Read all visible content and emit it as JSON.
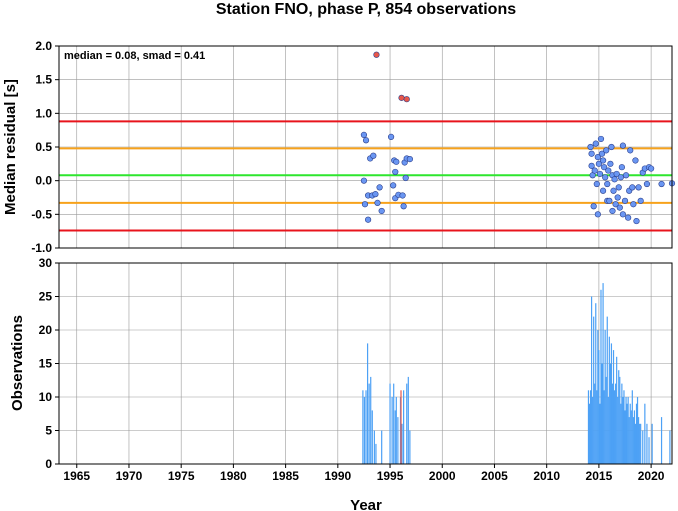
{
  "chart_data": [
    {
      "type": "scatter",
      "title": "Station FNO, phase P, 854 observations",
      "ylabel": "Median residual [s]",
      "annotation": "median = 0.08, smad = 0.41",
      "xlim": [
        1963.3,
        2022
      ],
      "ylim": [
        -1.0,
        2.0
      ],
      "yticks": [
        "2.0",
        "1.5",
        "1.0",
        "0.5",
        "0.0",
        "-0.5",
        "-1.0"
      ],
      "grid": true,
      "reference_lines": [
        {
          "y": 0.88,
          "color": "#e8141c"
        },
        {
          "y": 0.48,
          "color": "#f7a21b"
        },
        {
          "y": 0.08,
          "color": "#2ee62e"
        },
        {
          "y": -0.33,
          "color": "#f7a21b"
        },
        {
          "y": -0.74,
          "color": "#e8141c"
        }
      ],
      "series": [
        {
          "color": "#e8574a",
          "points": [
            [
              1993.7,
              1.87
            ],
            [
              1996.1,
              1.23
            ],
            [
              1996.6,
              1.21
            ]
          ]
        },
        {
          "color": "#6a96f2",
          "points": [
            [
              1992.5,
              0.68
            ],
            [
              1992.7,
              0.6
            ],
            [
              1992.5,
              0.0
            ],
            [
              1992.6,
              -0.35
            ],
            [
              1992.9,
              -0.58
            ],
            [
              1993.1,
              0.33
            ],
            [
              1993.4,
              0.37
            ],
            [
              1992.9,
              -0.22
            ],
            [
              1993.3,
              -0.22
            ],
            [
              1993.6,
              -0.2
            ],
            [
              1994.0,
              -0.1
            ],
            [
              1993.8,
              -0.33
            ],
            [
              1994.2,
              -0.45
            ],
            [
              1995.1,
              0.65
            ],
            [
              1995.4,
              0.3
            ],
            [
              1995.6,
              0.28
            ],
            [
              1995.5,
              0.13
            ],
            [
              1995.3,
              -0.07
            ],
            [
              1995.5,
              -0.26
            ],
            [
              1995.8,
              -0.21
            ],
            [
              1996.2,
              -0.22
            ],
            [
              1996.3,
              -0.38
            ],
            [
              1996.4,
              0.27
            ],
            [
              1996.6,
              0.33
            ],
            [
              1996.9,
              0.32
            ],
            [
              1996.5,
              0.04
            ],
            [
              2014.2,
              0.5
            ],
            [
              2014.3,
              0.4
            ],
            [
              2014.3,
              0.22
            ],
            [
              2014.4,
              0.08
            ],
            [
              2014.5,
              -0.38
            ],
            [
              2014.6,
              0.15
            ],
            [
              2014.7,
              0.55
            ],
            [
              2014.8,
              -0.05
            ],
            [
              2014.9,
              -0.5
            ],
            [
              2014.9,
              0.35
            ],
            [
              2015.0,
              0.25
            ],
            [
              2015.1,
              0.1
            ],
            [
              2015.2,
              0.62
            ],
            [
              2015.3,
              0.4
            ],
            [
              2015.4,
              0.3
            ],
            [
              2015.4,
              -0.15
            ],
            [
              2015.5,
              0.2
            ],
            [
              2015.6,
              0.05
            ],
            [
              2015.7,
              0.45
            ],
            [
              2015.8,
              -0.3
            ],
            [
              2015.8,
              -0.05
            ],
            [
              2015.9,
              0.15
            ],
            [
              2016.0,
              -0.3
            ],
            [
              2016.1,
              0.25
            ],
            [
              2016.2,
              0.5
            ],
            [
              2016.3,
              -0.45
            ],
            [
              2016.3,
              0.08
            ],
            [
              2016.4,
              -0.15
            ],
            [
              2016.5,
              0.02
            ],
            [
              2016.6,
              -0.35
            ],
            [
              2016.7,
              0.1
            ],
            [
              2016.8,
              -0.25
            ],
            [
              2016.9,
              -0.1
            ],
            [
              2017.0,
              -0.4
            ],
            [
              2017.1,
              0.05
            ],
            [
              2017.2,
              0.2
            ],
            [
              2017.3,
              -0.5
            ],
            [
              2017.3,
              0.52
            ],
            [
              2017.5,
              -0.3
            ],
            [
              2017.6,
              0.08
            ],
            [
              2017.8,
              -0.55
            ],
            [
              2017.9,
              -0.15
            ],
            [
              2018.0,
              0.45
            ],
            [
              2018.2,
              -0.1
            ],
            [
              2018.3,
              -0.35
            ],
            [
              2018.5,
              0.3
            ],
            [
              2018.6,
              -0.6
            ],
            [
              2018.8,
              -0.1
            ],
            [
              2019.0,
              -0.3
            ],
            [
              2019.2,
              0.12
            ],
            [
              2019.4,
              0.18
            ],
            [
              2019.6,
              -0.05
            ],
            [
              2019.8,
              0.2
            ],
            [
              2020.0,
              0.18
            ],
            [
              2021.0,
              -0.05
            ],
            [
              2022.0,
              -0.04
            ]
          ]
        }
      ]
    },
    {
      "type": "bar",
      "ylabel": "Observations",
      "xlabel": "Year",
      "xlim": [
        1963.3,
        2022
      ],
      "ylim": [
        0,
        30
      ],
      "xticks": [
        "1965",
        "1970",
        "1975",
        "1980",
        "1985",
        "1990",
        "1995",
        "2000",
        "2005",
        "2010",
        "2015",
        "2020"
      ],
      "yticks": [
        "30",
        "25",
        "20",
        "15",
        "10",
        "5",
        "0"
      ],
      "grid": true,
      "series": [
        {
          "color": "#4da1f5",
          "x": [
            1992.4,
            1992.55,
            1992.7,
            1992.85,
            1993.0,
            1993.15,
            1993.3,
            1993.5,
            1993.65,
            1994.2,
            1995.0,
            1995.2,
            1995.35,
            1995.5,
            1995.6,
            1995.75,
            1996.0,
            1996.15,
            1996.3,
            1996.6,
            1996.75,
            1996.9,
            2014.0,
            2014.1,
            2014.2,
            2014.3,
            2014.4,
            2014.5,
            2014.6,
            2014.7,
            2014.8,
            2014.9,
            2015.0,
            2015.1,
            2015.2,
            2015.3,
            2015.4,
            2015.5,
            2015.6,
            2015.7,
            2015.8,
            2015.9,
            2016.0,
            2016.1,
            2016.2,
            2016.3,
            2016.4,
            2016.5,
            2016.6,
            2016.7,
            2016.8,
            2016.9,
            2017.0,
            2017.1,
            2017.2,
            2017.3,
            2017.4,
            2017.5,
            2017.6,
            2017.7,
            2017.8,
            2017.9,
            2018.0,
            2018.1,
            2018.2,
            2018.3,
            2018.4,
            2018.5,
            2018.6,
            2018.7,
            2018.8,
            2018.9,
            2019.0,
            2019.2,
            2019.4,
            2019.6,
            2019.8,
            2020.1,
            2021.0,
            2021.8
          ],
          "values": [
            11,
            10,
            11,
            18,
            12,
            13,
            8,
            5,
            3,
            5,
            12,
            10,
            12,
            8,
            10,
            7,
            10,
            6,
            11,
            12,
            13,
            5,
            11,
            9,
            11,
            25,
            10,
            22,
            12,
            24,
            11,
            20,
            17,
            9,
            26,
            15,
            27,
            11,
            20,
            13,
            22,
            10,
            19,
            15,
            18,
            12,
            17,
            11,
            12,
            16,
            10,
            14,
            13,
            9,
            12,
            10,
            11,
            8,
            10,
            9,
            10,
            7,
            9,
            8,
            11,
            7,
            8,
            6,
            9,
            10,
            7,
            6,
            6,
            5,
            9,
            6,
            4,
            6,
            7,
            5
          ]
        },
        {
          "color": "#e8574a",
          "x": [
            1996.05
          ],
          "values": [
            11
          ]
        }
      ]
    }
  ]
}
